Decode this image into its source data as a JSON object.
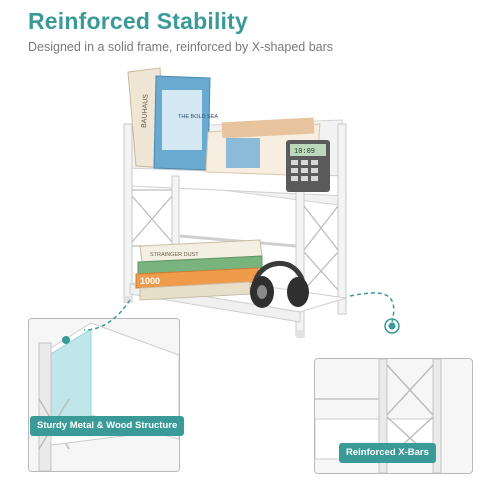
{
  "header": {
    "title": "Reinforced Stability",
    "subtitle": "Designed in a solid frame, reinforced by X-shaped bars"
  },
  "books": {
    "top_left_spine": "BAUHAUS",
    "top_right_cover": "THE BOLD SEA",
    "bottom_top_cover": "STRAINGER DUST",
    "bottom_mid": "1000",
    "calculator": "10:09"
  },
  "labels": {
    "left_detail": "Sturdy Metal & Wood Structure",
    "right_detail": "Reinforced X-Bars"
  },
  "colors": {
    "accent": "#3a9a97",
    "frame": "#eeeeee",
    "border": "#b9b9b9"
  }
}
